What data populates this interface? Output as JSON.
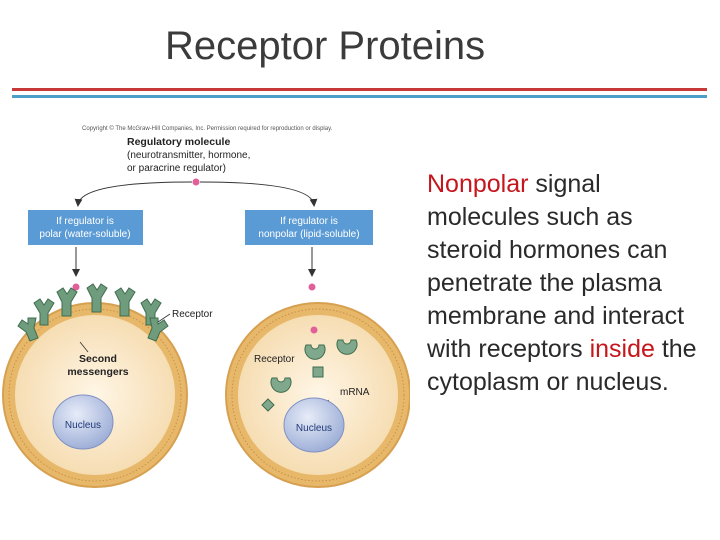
{
  "slide": {
    "title": "Receptor Proteins",
    "body": {
      "seg1": "Nonpolar",
      "seg2": " signal molecules such as steroid hormones can penetrate the plasma membrane and interact with receptors ",
      "seg3": "inside",
      "seg4": " the cytoplasm or nucleus."
    },
    "colors": {
      "title": "#3b3b3b",
      "accent_red": "#c4161c",
      "rule_red": "#c83a3a",
      "rule_blue": "#4d9fc7"
    }
  },
  "figure": {
    "copyright": "Copyright © The McGraw-Hill Companies, Inc. Permission required for reproduction or display.",
    "regulatory_title": "Regulatory molecule",
    "regulatory_line2": "(neurotransmitter, hormone,",
    "regulatory_line3": "or paracrine regulator)",
    "left_box_line1": "If regulator is",
    "left_box_line2": "polar (water-soluble)",
    "right_box_line1": "If regulator is",
    "right_box_line2": "nonpolar (lipid-soluble)",
    "receptor_left": "Receptor",
    "second_messengers_line1": "Second",
    "second_messengers_line2": "messengers",
    "nucleus_left": "Nucleus",
    "receptor_right": "Receptor",
    "mrna": "mRNA",
    "nucleus_right": "Nucleus"
  }
}
